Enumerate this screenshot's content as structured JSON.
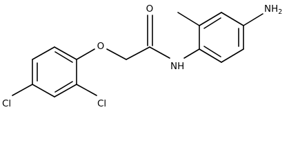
{
  "molecule": {
    "labels": {
      "oxygen_ether": "O",
      "oxygen_carbonyl": "O",
      "amide_nh": "NH",
      "amine": "NH",
      "amine_subscript": "2",
      "chlorine_ortho": "Cl",
      "chlorine_para": "Cl"
    },
    "colors": {
      "bond": "#000000",
      "label": "#000000",
      "background": "#ffffff"
    }
  }
}
